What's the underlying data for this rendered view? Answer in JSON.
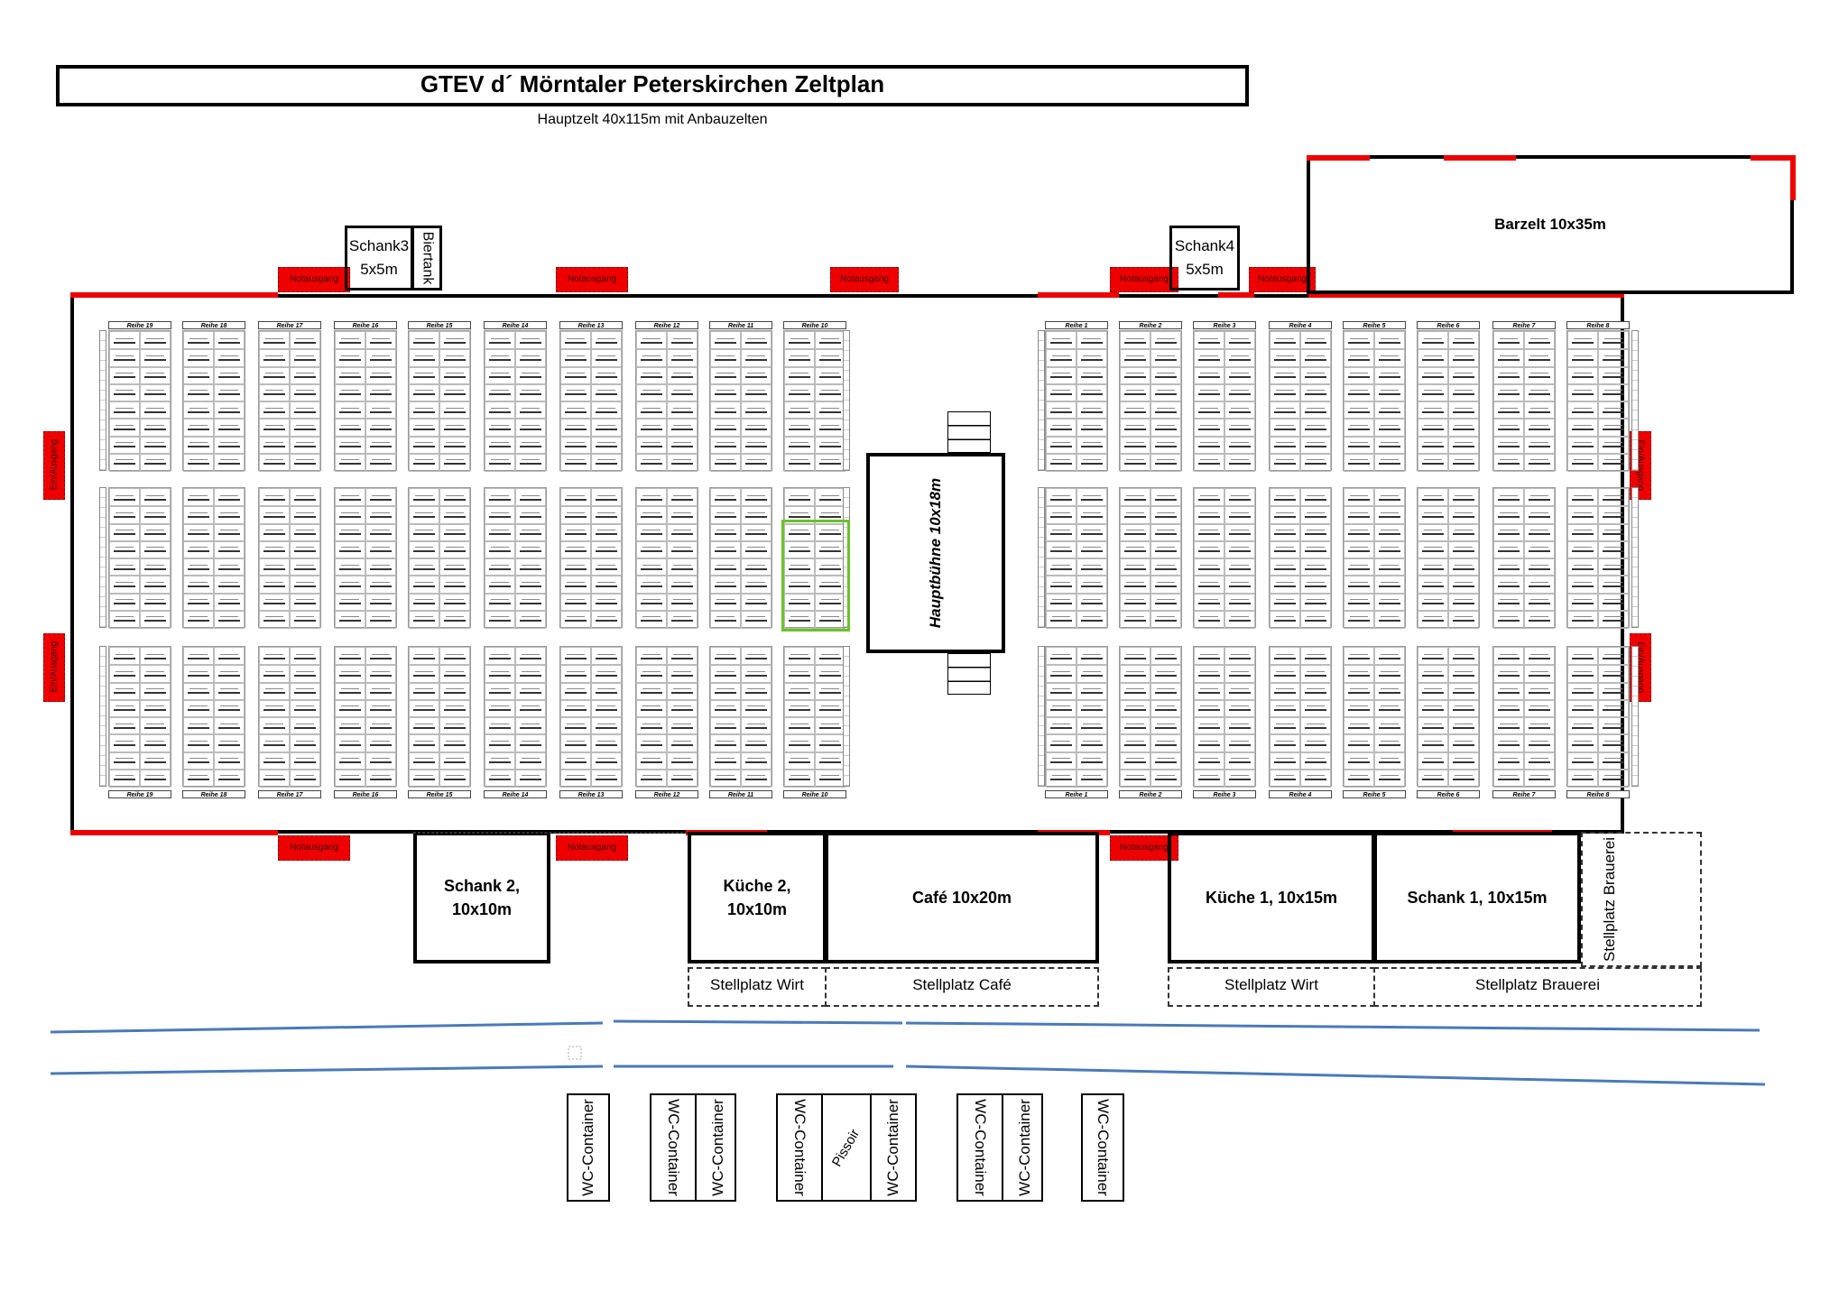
{
  "title": "GTEV d´ Mörntaler Peterskirchen Zeltplan",
  "subtitle": "Hauptzelt 40x115m mit Anbauzelten",
  "rooms": {
    "schank3": "Schank3 5x5m",
    "biertank": "Biertank",
    "schank4": "Schank4 5x5m",
    "barzelt": "Barzelt 10x35m",
    "hauptbuehne": "Hauptbühne 10x18m",
    "schank2": "Schank 2, 10x10m",
    "kueche2": "Küche 2, 10x10m",
    "cafe": "Café 10x20m",
    "kueche1": "Küche 1, 10x15m",
    "schank1": "Schank 1, 10x15m",
    "stellplatz_brauerei_vertical": "Stellplatz Brauerei"
  },
  "stellplatz": {
    "wirt_left": "Stellplatz Wirt",
    "cafe": "Stellplatz Café",
    "wirt_right": "Stellplatz Wirt",
    "brauerei": "Stellplatz Brauerei"
  },
  "exits": {
    "notausgang": "Notausgang",
    "ein_ausgang": "Ein/Ausgang"
  },
  "rows_left": [
    "Reihe 19",
    "Reihe 18",
    "Reihe 17",
    "Reihe 16",
    "Reihe 15",
    "Reihe 14",
    "Reihe 13",
    "Reihe 12",
    "Reihe 11",
    "Reihe 10"
  ],
  "rows_right": [
    "Reihe 1",
    "Reihe 2",
    "Reihe 3",
    "Reihe 4",
    "Reihe 5",
    "Reihe 6",
    "Reihe 7",
    "Reihe 8"
  ],
  "wc": {
    "container": "WC-Container",
    "pissoir": "Pissoir"
  },
  "colors": {
    "exit_red": "#e00000",
    "highlight_green": "#6ac22a",
    "road_blue": "#4a7ab8"
  }
}
